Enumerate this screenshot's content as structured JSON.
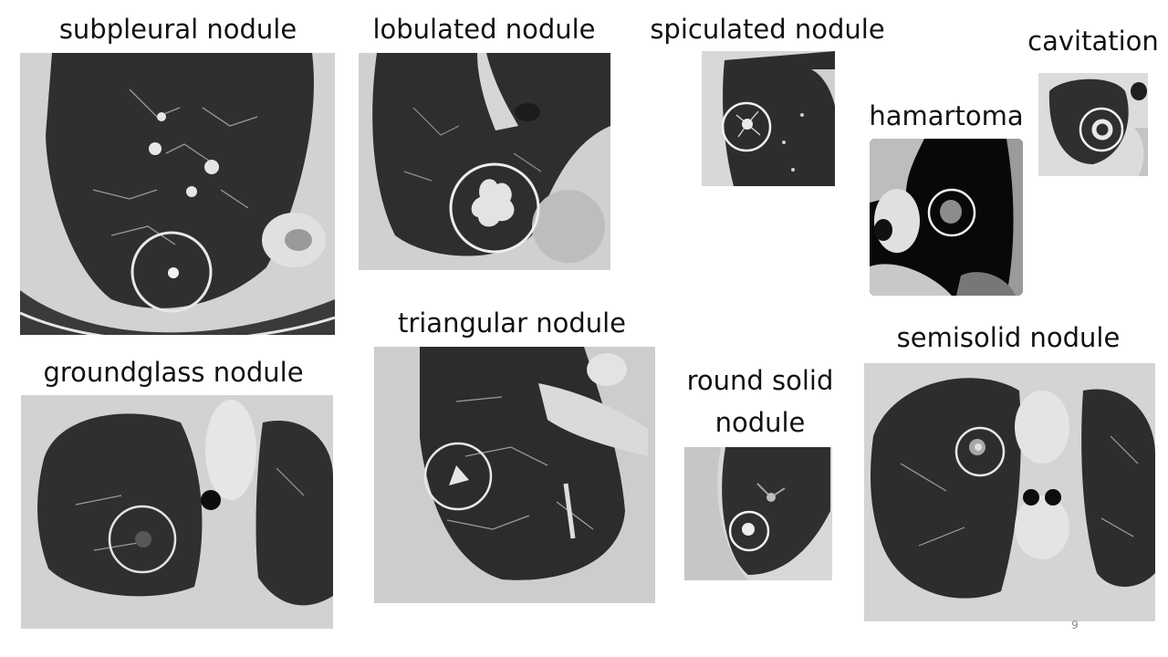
{
  "slide": {
    "page_number": "9",
    "labels": {
      "subpleural": "subpleural nodule",
      "lobulated": "lobulated nodule",
      "spiculated": "spiculated nodule",
      "cavitation": "cavitation",
      "hamartoma": "hamartoma",
      "triangular": "triangular nodule",
      "semisolid": "semisolid nodule",
      "groundglass": "groundglass nodule",
      "round_solid": "round solid nodule"
    }
  }
}
